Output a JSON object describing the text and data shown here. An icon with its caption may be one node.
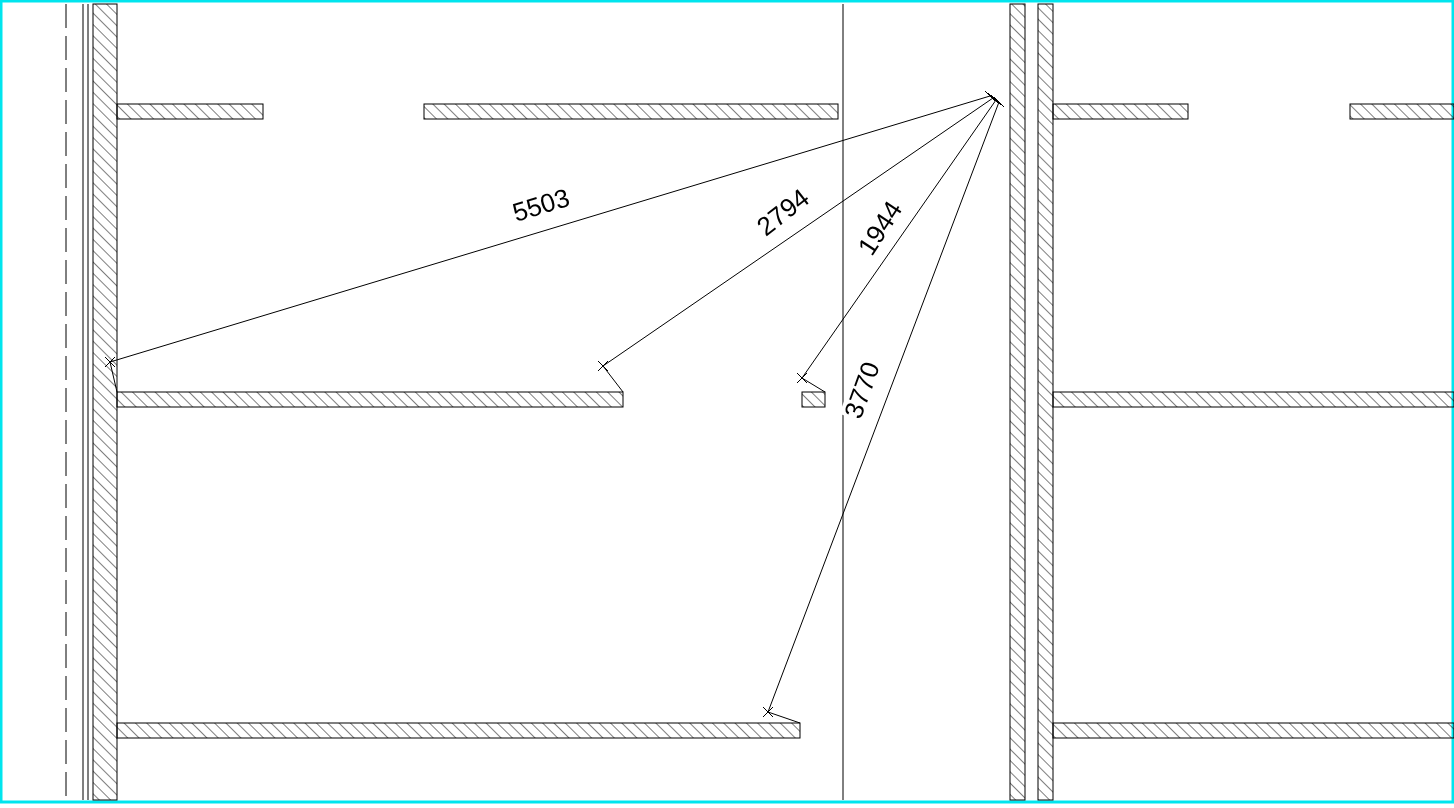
{
  "diagram": {
    "labels": [
      "5503",
      "2794",
      "1944",
      "3770"
    ]
  }
}
